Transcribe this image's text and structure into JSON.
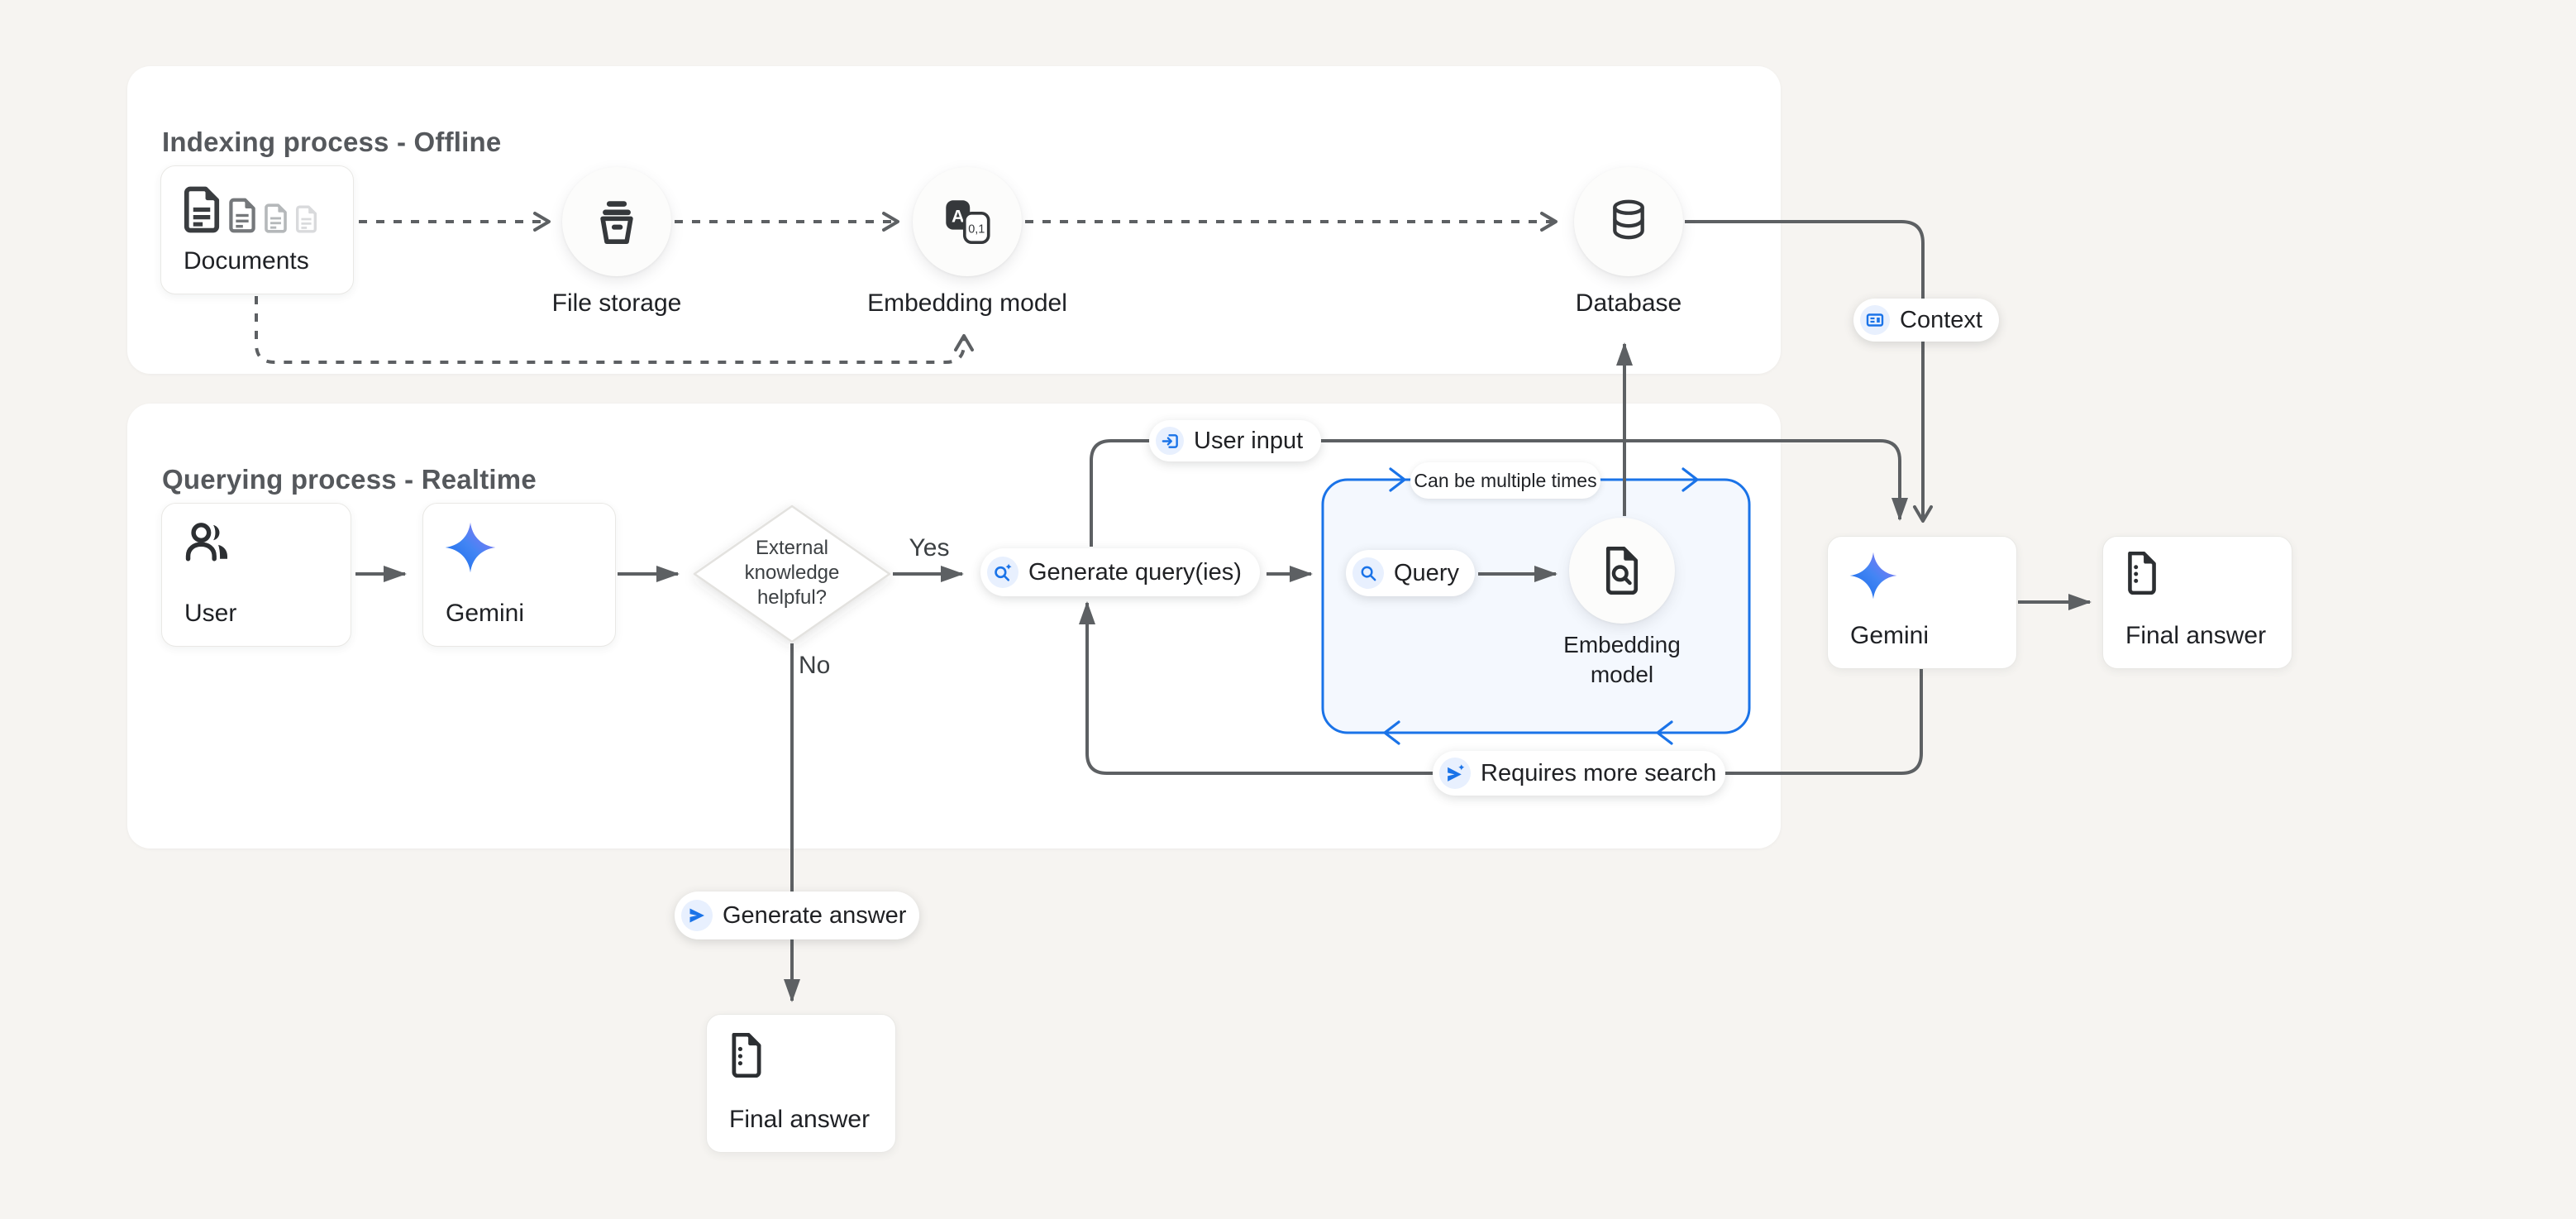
{
  "indexing": {
    "title": "Indexing process - Offline",
    "documents": "Documents",
    "file_storage": "File storage",
    "embedding_model": "Embedding model",
    "database": "Database",
    "embedding_icon": {
      "letter": "A",
      "digits": "0,1"
    }
  },
  "querying": {
    "title": "Querying process - Realtime",
    "user": "User",
    "gemini": "Gemini",
    "decision": {
      "line1": "External",
      "line2": "knowledge",
      "line3": "helpful?"
    },
    "yes": "Yes",
    "no": "No",
    "generate_queries": "Generate query(ies)",
    "query": "Query",
    "can_be_multiple_times": "Can be multiple times",
    "embedding_model": {
      "line1": "Embedding",
      "line2": "model"
    },
    "requires_more_search": "Requires more search",
    "user_input": "User input",
    "generate_answer": "Generate answer"
  },
  "output": {
    "context": "Context",
    "gemini": "Gemini",
    "final_answer": "Final answer",
    "final_answer_bottom": "Final answer"
  },
  "colors": {
    "accent_blue": "#1a73e8",
    "accent_blue_bg": "#e8f0fe",
    "line_gray": "#5d6063",
    "loop_box_fill": "#f4f8fe",
    "background": "#f6f4f1",
    "gemini_gradient_start": "#1468e8",
    "gemini_gradient_end": "#9b72f2"
  }
}
